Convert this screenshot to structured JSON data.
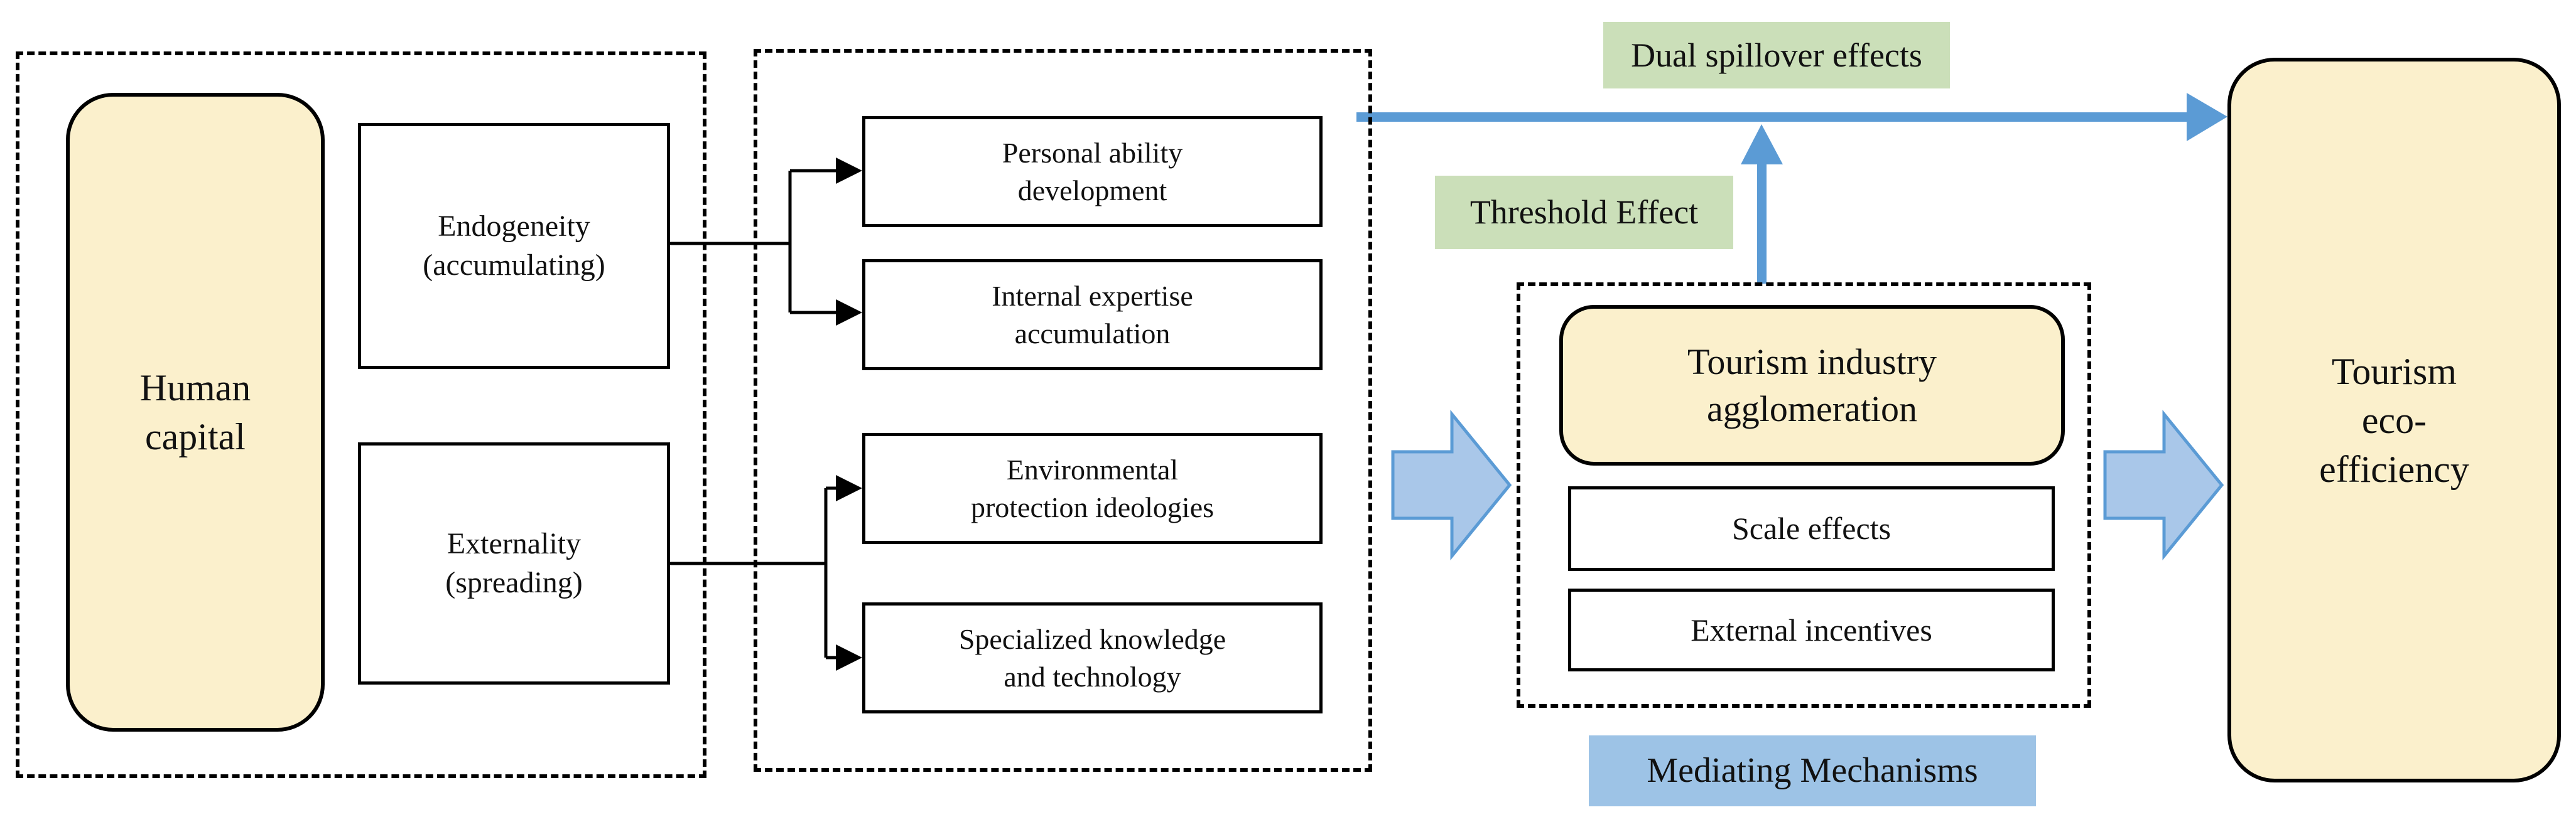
{
  "diagram": {
    "left_group": {
      "human_capital_label": "Human\ncapital",
      "endogeneity_label": "Endogeneity\n(accumulating)",
      "externality_label": "Externality\n(spreading)"
    },
    "channels": [
      "Personal ability\ndevelopment",
      "Internal expertise\naccumulation",
      "Environmental\nprotection ideologies",
      "Specialized knowledge\nand technology"
    ],
    "effect_labels": {
      "dual_spillover": "Dual spillover effects",
      "threshold": "Threshold Effect",
      "mediating": "Mediating Mechanisms"
    },
    "mediating_group": {
      "agglomeration_label": "Tourism industry\nagglomeration",
      "scale_label": "Scale effects",
      "external_label": "External incentives"
    },
    "outcome_label": "Tourism\neco-\nefficiency",
    "colors": {
      "box_fill_cream": "#FBF0CC",
      "green_label_fill": "#CBDFB9",
      "blue_label_fill": "#9DC3E6",
      "arrow_blue": "#5B9BD5",
      "chevron_fill": "#A9C7E9",
      "line_black": "#000000"
    }
  }
}
